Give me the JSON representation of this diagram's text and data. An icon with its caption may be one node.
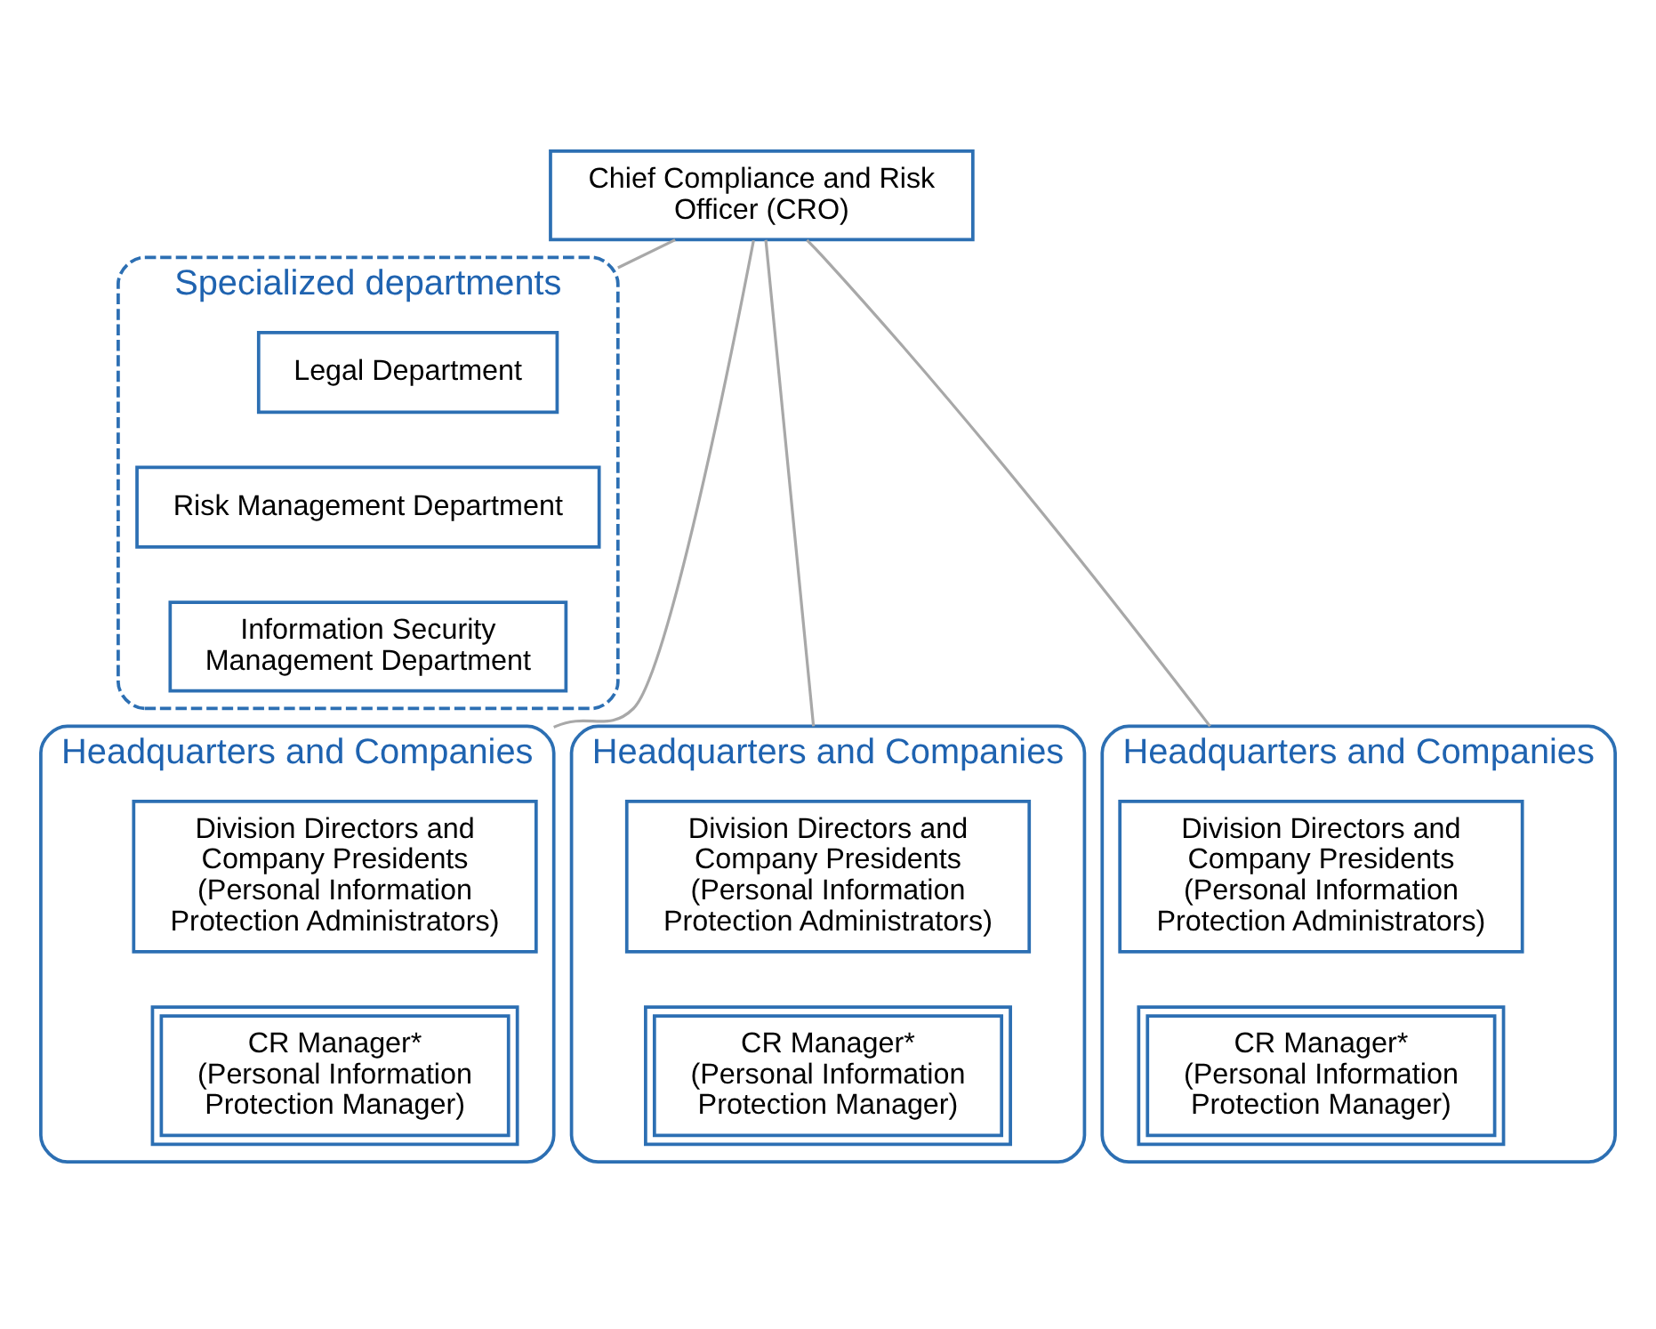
{
  "diagram": {
    "nodes": [
      {
        "text": [
          "Chief Compliance and Risk Officer (CRO)"
        ]
      },
      {
        "text": [
          "Specialized departments"
        ]
      },
      {
        "text": [
          "Legal Department"
        ],
        "in": 1
      },
      {
        "text": [
          "Risk Management Department"
        ],
        "in": 1
      },
      {
        "text": [
          "Information Security Management Department"
        ],
        "in": 1
      },
      {
        "text": [
          "Headquarters and Companies"
        ]
      },
      {
        "text": [
          "Division Directors and Company Presidents",
          "(Personal Information Protection Administrators)"
        ],
        "in": 5
      },
      {
        "text": [
          "CR Manager*",
          "(Personal Information Protection Manager)"
        ],
        "in": 5
      },
      {
        "text": [
          "Headquarters and Companies"
        ]
      },
      {
        "text": [
          "Division Directors and Company Presidents",
          "(Personal Information Protection Administrators)"
        ],
        "in": 8
      },
      {
        "text": [
          "CR Manager*",
          "(Personal Information Protection Manager)"
        ],
        "in": 8
      },
      {
        "text": [
          "Headquarters and Companies"
        ]
      },
      {
        "text": [
          "Division Directors and Company Presidents",
          "(Personal Information Protection Administrators)"
        ],
        "in": 11
      },
      {
        "text": [
          "CR Manager*",
          "(Personal Information Protection Manager)"
        ],
        "in": 11
      }
    ],
    "edges": [
      {
        "from": 0,
        "to": 1,
        "arrow": "none"
      },
      {
        "from": 0,
        "to": 5,
        "arrow": "none"
      },
      {
        "from": 0,
        "to": 8,
        "arrow": "none"
      },
      {
        "from": 0,
        "to": 11,
        "arrow": "none"
      }
    ]
  }
}
